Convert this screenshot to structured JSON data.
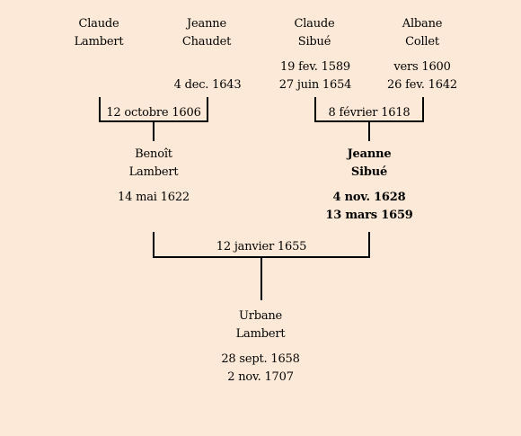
{
  "persons": {
    "claude_lambert": {
      "first": "Claude",
      "last": "Lambert"
    },
    "jeanne_chaudet": {
      "first": "Jeanne",
      "last": "Chaudet",
      "death": "4 dec. 1643"
    },
    "claude_sibue": {
      "first": "Claude",
      "last": "Sibué",
      "birth": "19 fev. 1589",
      "death": "27 juin 1654"
    },
    "albane_collet": {
      "first": "Albane",
      "last": "Collet",
      "birth": "vers 1600",
      "death": "26 fev. 1642"
    },
    "benoit_lambert": {
      "first": "Benoît",
      "last": "Lambert",
      "birth": "14 mai 1622"
    },
    "jeanne_sibue": {
      "first": "Jeanne",
      "last": "Sibué",
      "birth": "4 nov. 1628",
      "death": "13 mars 1659"
    },
    "urbane_lambert": {
      "first": "Urbane",
      "last": "Lambert",
      "birth": "28 sept. 1658",
      "death": "2 nov. 1707"
    }
  },
  "marriages": {
    "lambert_chaudet": "12 octobre 1606",
    "sibue_collet": "8 février 1618",
    "lambert_sibue": "12 janvier 1655"
  }
}
